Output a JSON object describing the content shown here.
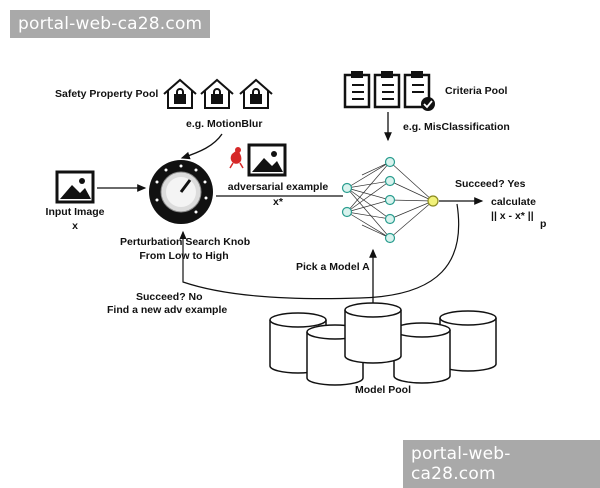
{
  "watermark_top": "portal-web-ca28.com",
  "watermark_bottom": "portal-web-ca28.com",
  "safety_pool": {
    "title": "Safety Property Pool",
    "example": "e.g. MotionBlur"
  },
  "criteria_pool": {
    "title": "Criteria Pool",
    "example": "e.g. MisClassification"
  },
  "input": {
    "line1": "Input Image",
    "line2": "x"
  },
  "knob": {
    "line1": "Perturbation Search Knob",
    "line2": "From Low to High"
  },
  "adversarial": {
    "line1": "adversarial example",
    "line2": "x*"
  },
  "success": {
    "label": "Succeed?  Yes",
    "calc1": "calculate",
    "calc2": "|| x - x* ||",
    "calc3": "p"
  },
  "failure": {
    "line1": "Succeed?  No",
    "line2": "Find a new adv example"
  },
  "pick_model": "Pick a Model A",
  "model_pool": "Model Pool",
  "icons": [
    "house-lock-icon",
    "clipboard-icon",
    "image-icon",
    "knob-icon",
    "neural-network-icon",
    "database-cylinder-icon"
  ]
}
